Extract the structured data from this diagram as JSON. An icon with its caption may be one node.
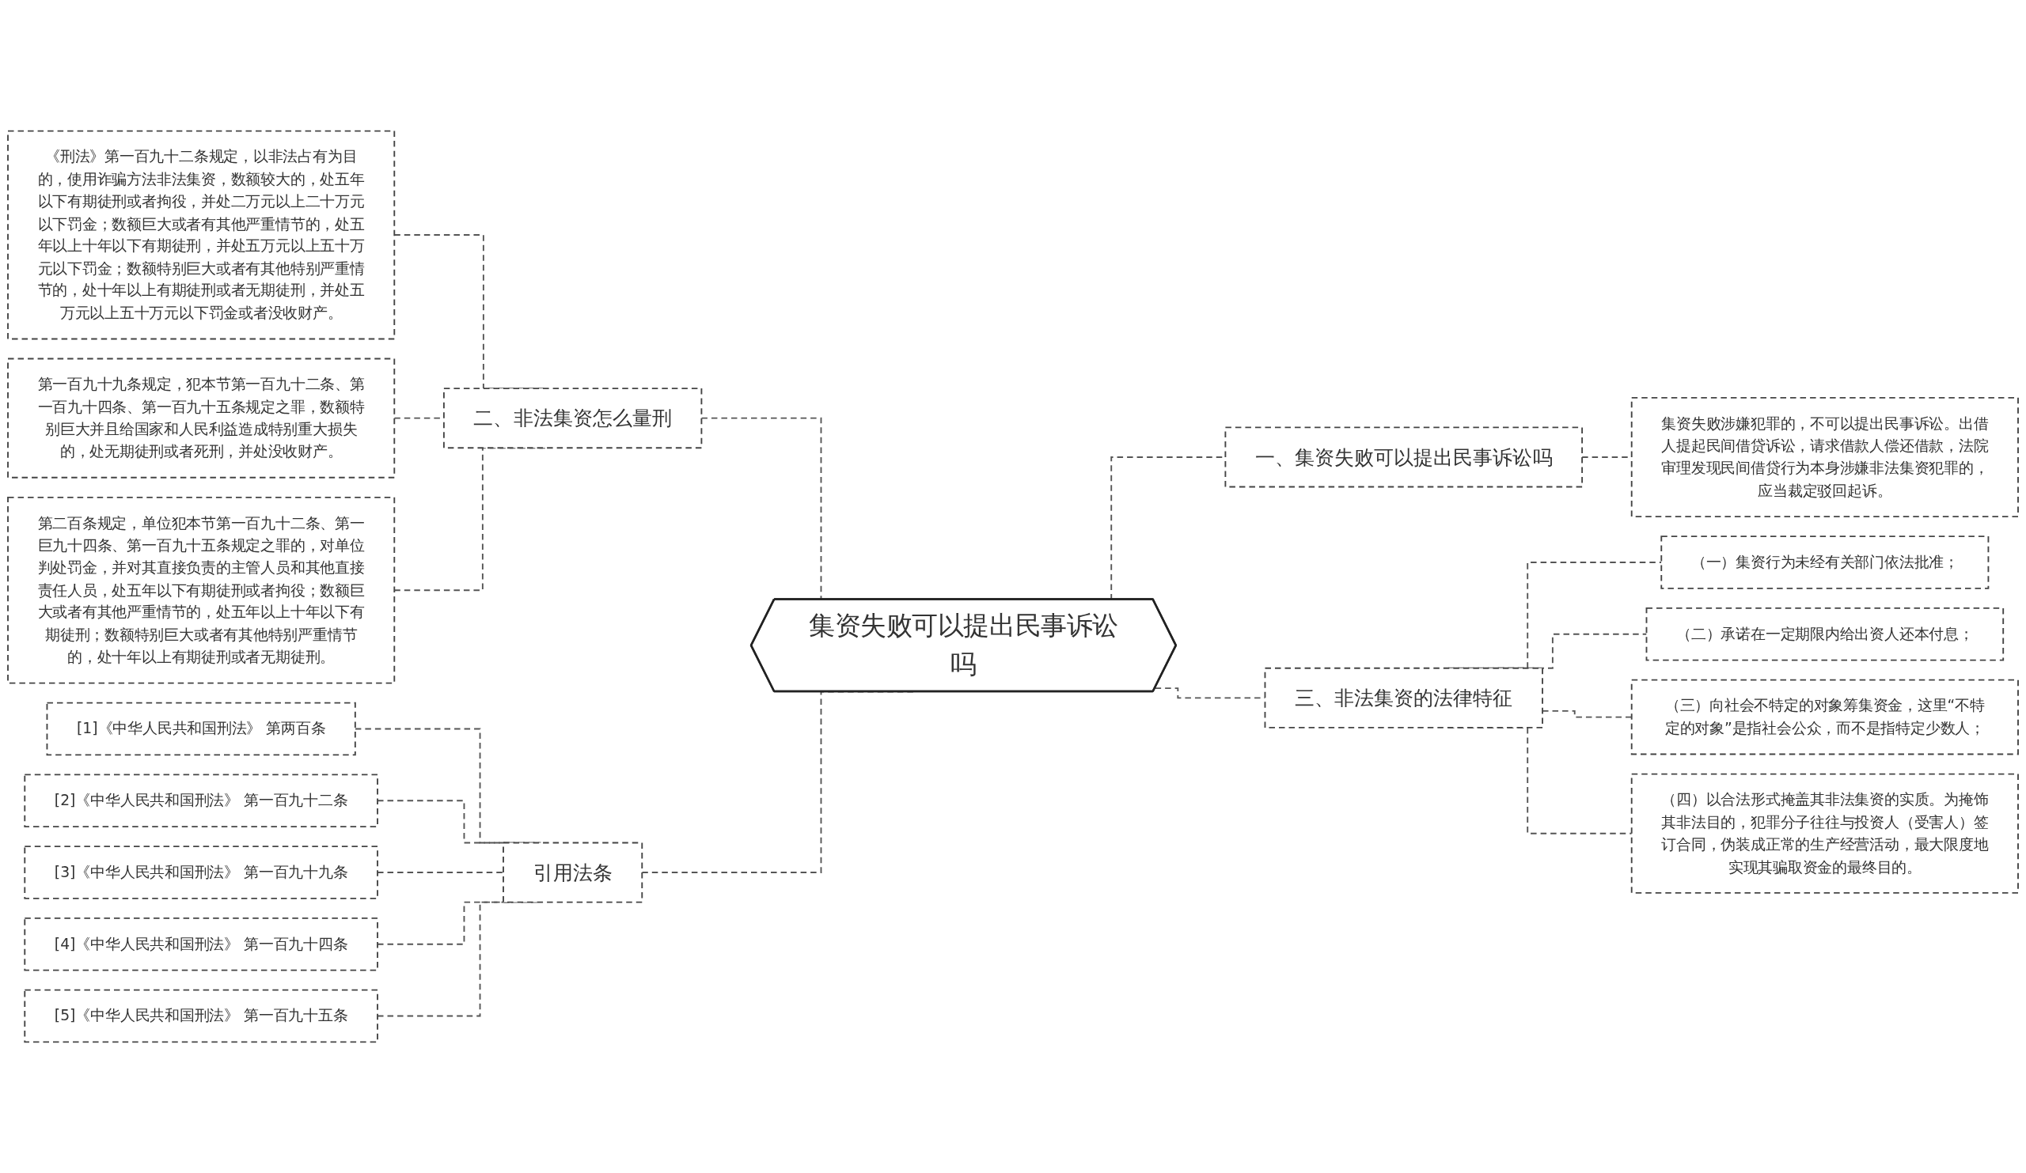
{
  "diagram": {
    "nodes": [
      {
        "text": [
          "集资失败可以提出民事诉讼吗"
        ]
      },
      {
        "text": [
          "一、集资失败可以提出民事诉讼吗"
        ]
      },
      {
        "text": [
          "集资失败涉嫌犯罪的，不可以提出民事诉讼。出借人提起民间借贷诉讼，请求借款人偿还借款，法院审理发现民间借贷行为本身涉嫌非法集资犯罪的，应当裁定驳回起诉。"
        ]
      },
      {
        "text": [
          "二、非法集资怎么量刑"
        ]
      },
      {
        "text": [
          "《刑法》第一百九十二条规定，以非法占有为目的，使用诈骗方法非法集资，数额较大的，处五年以下有期徒刑或者拘役，并处二万元以上二十万元以下罚金；数额巨大或者有其他严重情节的，处五年以上十年以下有期徒刑，并处五万元以上五十万元以下罚金；数额特别巨大或者有其他特别严重情节的，处十年以上有期徒刑或者无期徒刑，并处五万元以上五十万元以下罚金或者没收财产。"
        ]
      },
      {
        "text": [
          "第一百九十九条规定，犯本节第一百九十二条、第一百九十四条、第一百九十五条规定之罪，数额特别巨大并且给国家和人民利益造成特别重大损失的，处无期徒刑或者死刑，并处没收财产。"
        ]
      },
      {
        "text": [
          "第二百条规定，单位犯本节第一百九十二条、第一巨九十四条、第一百九十五条规定之罪的，对单位判处罚金，并对其直接负责的主管人员和其他直接责任人员，处五年以下有期徒刑或者拘役；数额巨大或者有其他严重情节的，处五年以上十年以下有期徒刑；数额特别巨大或者有其他特别严重情节的，处十年以上有期徒刑或者无期徒刑。"
        ]
      },
      {
        "text": [
          "三、非法集资的法律特征"
        ]
      },
      {
        "text": [
          "（一）集资行为未经有关部门依法批准；"
        ]
      },
      {
        "text": [
          "（二）承诺在一定期限内给出资人还本付息；"
        ]
      },
      {
        "text": [
          "（三）向社会不特定的对象筹集资金，这里“不特定的对象”是指社会公众，而不是指特定少数人；"
        ]
      },
      {
        "text": [
          "（四）以合法形式掩盖其非法集资的实质。为掩饰其非法目的，犯罪分子往往与投资人（受害人）签订合同，伪装成正常的生产经营活动，最大限度地实现其骗取资金的最终目的。"
        ]
      },
      {
        "text": [
          "引用法条"
        ]
      },
      {
        "text": [
          "[1]《中华人民共和国刑法》 第两百条"
        ]
      },
      {
        "text": [
          "[2]《中华人民共和国刑法》 第一百九十二条"
        ]
      },
      {
        "text": [
          "[3]《中华人民共和国刑法》 第一百九十九条"
        ]
      },
      {
        "text": [
          "[4]《中华人民共和国刑法》 第一百九十四条"
        ]
      },
      {
        "text": [
          "[5]《中华人民共和国刑法》 第一百九十五条"
        ]
      }
    ],
    "edges": [
      {
        "from": 0,
        "to": 1,
        "arrow": "none",
        "style": "dashed"
      },
      {
        "from": 1,
        "to": 2,
        "arrow": "none",
        "style": "dashed"
      },
      {
        "from": 3,
        "to": 0,
        "arrow": "none",
        "style": "dashed"
      },
      {
        "from": 4,
        "to": 3,
        "arrow": "none",
        "style": "dashed"
      },
      {
        "from": 5,
        "to": 3,
        "arrow": "none",
        "style": "dashed"
      },
      {
        "from": 6,
        "to": 3,
        "arrow": "none",
        "style": "dashed"
      },
      {
        "from": 0,
        "to": 7,
        "arrow": "none",
        "style": "dashed"
      },
      {
        "from": 7,
        "to": 8,
        "arrow": "none",
        "style": "dashed"
      },
      {
        "from": 7,
        "to": 9,
        "arrow": "none",
        "style": "dashed"
      },
      {
        "from": 7,
        "to": 10,
        "arrow": "none",
        "style": "dashed"
      },
      {
        "from": 7,
        "to": 11,
        "arrow": "none",
        "style": "dashed"
      },
      {
        "from": 12,
        "to": 0,
        "arrow": "none",
        "style": "dashed"
      },
      {
        "from": 13,
        "to": 12,
        "arrow": "none",
        "style": "dashed"
      },
      {
        "from": 14,
        "to": 12,
        "arrow": "none",
        "style": "dashed"
      },
      {
        "from": 15,
        "to": 12,
        "arrow": "none",
        "style": "dashed"
      },
      {
        "from": 16,
        "to": 12,
        "arrow": "none",
        "style": "dashed"
      },
      {
        "from": 17,
        "to": 12,
        "arrow": "none",
        "style": "dashed"
      }
    ]
  }
}
